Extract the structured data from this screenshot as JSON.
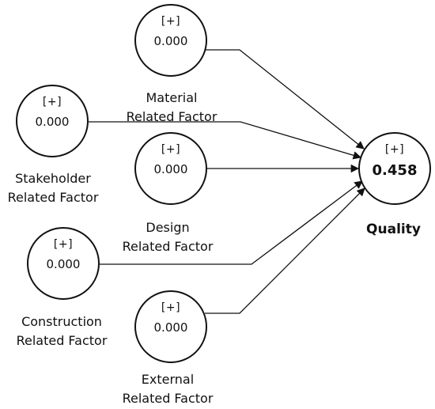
{
  "nodes": {
    "material": {
      "expand": "[+]",
      "value": "0.000",
      "label_line1": "Material",
      "label_line2": "Related Factor"
    },
    "stakeholder": {
      "expand": "[+]",
      "value": "0.000",
      "label_line1": "Stakeholder",
      "label_line2": "Related Factor"
    },
    "design": {
      "expand": "[+]",
      "value": "0.000",
      "label_line1": "Design",
      "label_line2": "Related Factor"
    },
    "construction": {
      "expand": "[+]",
      "value": "0.000",
      "label_line1": "Construction",
      "label_line2": "Related Factor"
    },
    "external": {
      "expand": "[+]",
      "value": "0.000",
      "label_line1": "External",
      "label_line2": "Related Factor"
    },
    "quality": {
      "expand": "[+]",
      "value": "0.458",
      "label": "Quality"
    }
  },
  "edges": [
    {
      "from": "material",
      "to": "quality"
    },
    {
      "from": "stakeholder",
      "to": "quality"
    },
    {
      "from": "design",
      "to": "quality"
    },
    {
      "from": "construction",
      "to": "quality"
    },
    {
      "from": "external",
      "to": "quality"
    }
  ],
  "colors": {
    "stroke": "#111111",
    "background": "#ffffff"
  }
}
